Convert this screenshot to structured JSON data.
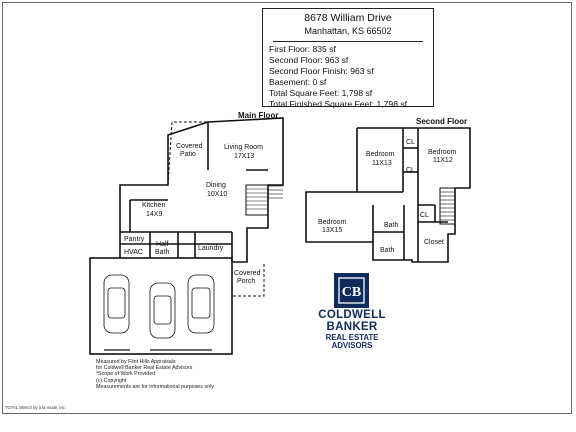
{
  "info": {
    "address": "8678 William Drive",
    "city": "Manhattan, KS 66502",
    "lines": [
      "First Floor: 835 sf",
      "Second Floor: 963 sf",
      "Second Floor Finish: 963 sf",
      "Basement: 0 sf",
      "Total Square Feet: 1,798 sf",
      "Total Finished Square Feet: 1,798 sf"
    ]
  },
  "main_floor": {
    "title": "Main Floor",
    "rooms": {
      "covered_patio_1": "Covered",
      "covered_patio_2": "Patio",
      "living_room": "Living Room",
      "living_room_dim": "17X13",
      "dining": "Dining",
      "dining_dim": "10X10",
      "kitchen": "Kitchen",
      "kitchen_dim": "14X9",
      "pantry": "Pantry",
      "half_bath_1": "Half",
      "half_bath_2": "Bath",
      "laundry": "Laundry",
      "hvac": "HVAC",
      "covered_porch_1": "Covered",
      "covered_porch_2": "Porch"
    }
  },
  "second_floor": {
    "title": "Second Floor",
    "rooms": {
      "bedroom_a": "Bedroom",
      "bedroom_a_dim": "11X13",
      "bedroom_b": "Bedroom",
      "bedroom_b_dim": "11X12",
      "bedroom_c": "Bedroom",
      "bedroom_c_dim": "13X15",
      "cl_1": "CL",
      "cl_2": "CL",
      "cl_3": "CL",
      "bath_1": "Bath",
      "bath_2": "Bath",
      "closet": "Closet"
    }
  },
  "brand": {
    "logo_letters": "CB",
    "name": "COLDWELL BANKER",
    "line2": "REAL ESTATE",
    "line3": "ADVISORS",
    "color": "#0f2b5b"
  },
  "credits": [
    "Measured by Flint Hills Appraisals",
    "for Coldwell Banker Real Estate Advisors",
    "*Scope of Work Provided",
    "(c) Copyright",
    "Measurements are for informational purposes only"
  ],
  "footer": "TOTAL Sketch by a la mode, inc."
}
